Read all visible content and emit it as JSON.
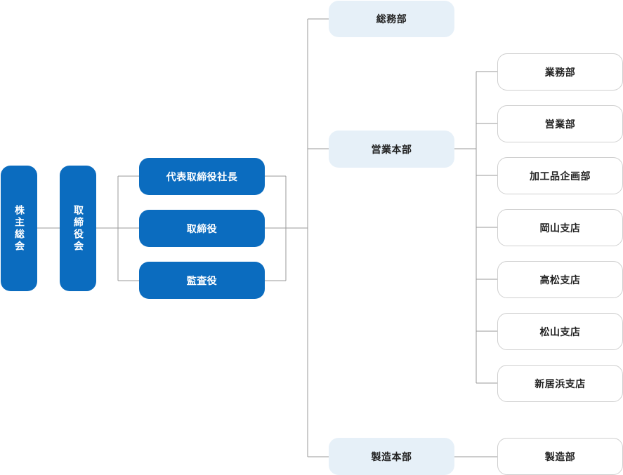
{
  "governance": {
    "shareholders_meeting": "株主総会",
    "board_of_directors": "取締役会"
  },
  "executives": {
    "president": "代表取締役社長",
    "director": "取締役",
    "auditor": "監査役"
  },
  "divisions": {
    "general_affairs": "総務部",
    "sales_hq": "営業本部",
    "manufacturing_hq": "製造本部"
  },
  "sales_departments": [
    "業務部",
    "営業部",
    "加工品企画部",
    "岡山支店",
    "高松支店",
    "松山支店",
    "新居浜支店"
  ],
  "manufacturing_departments": [
    "製造部"
  ]
}
